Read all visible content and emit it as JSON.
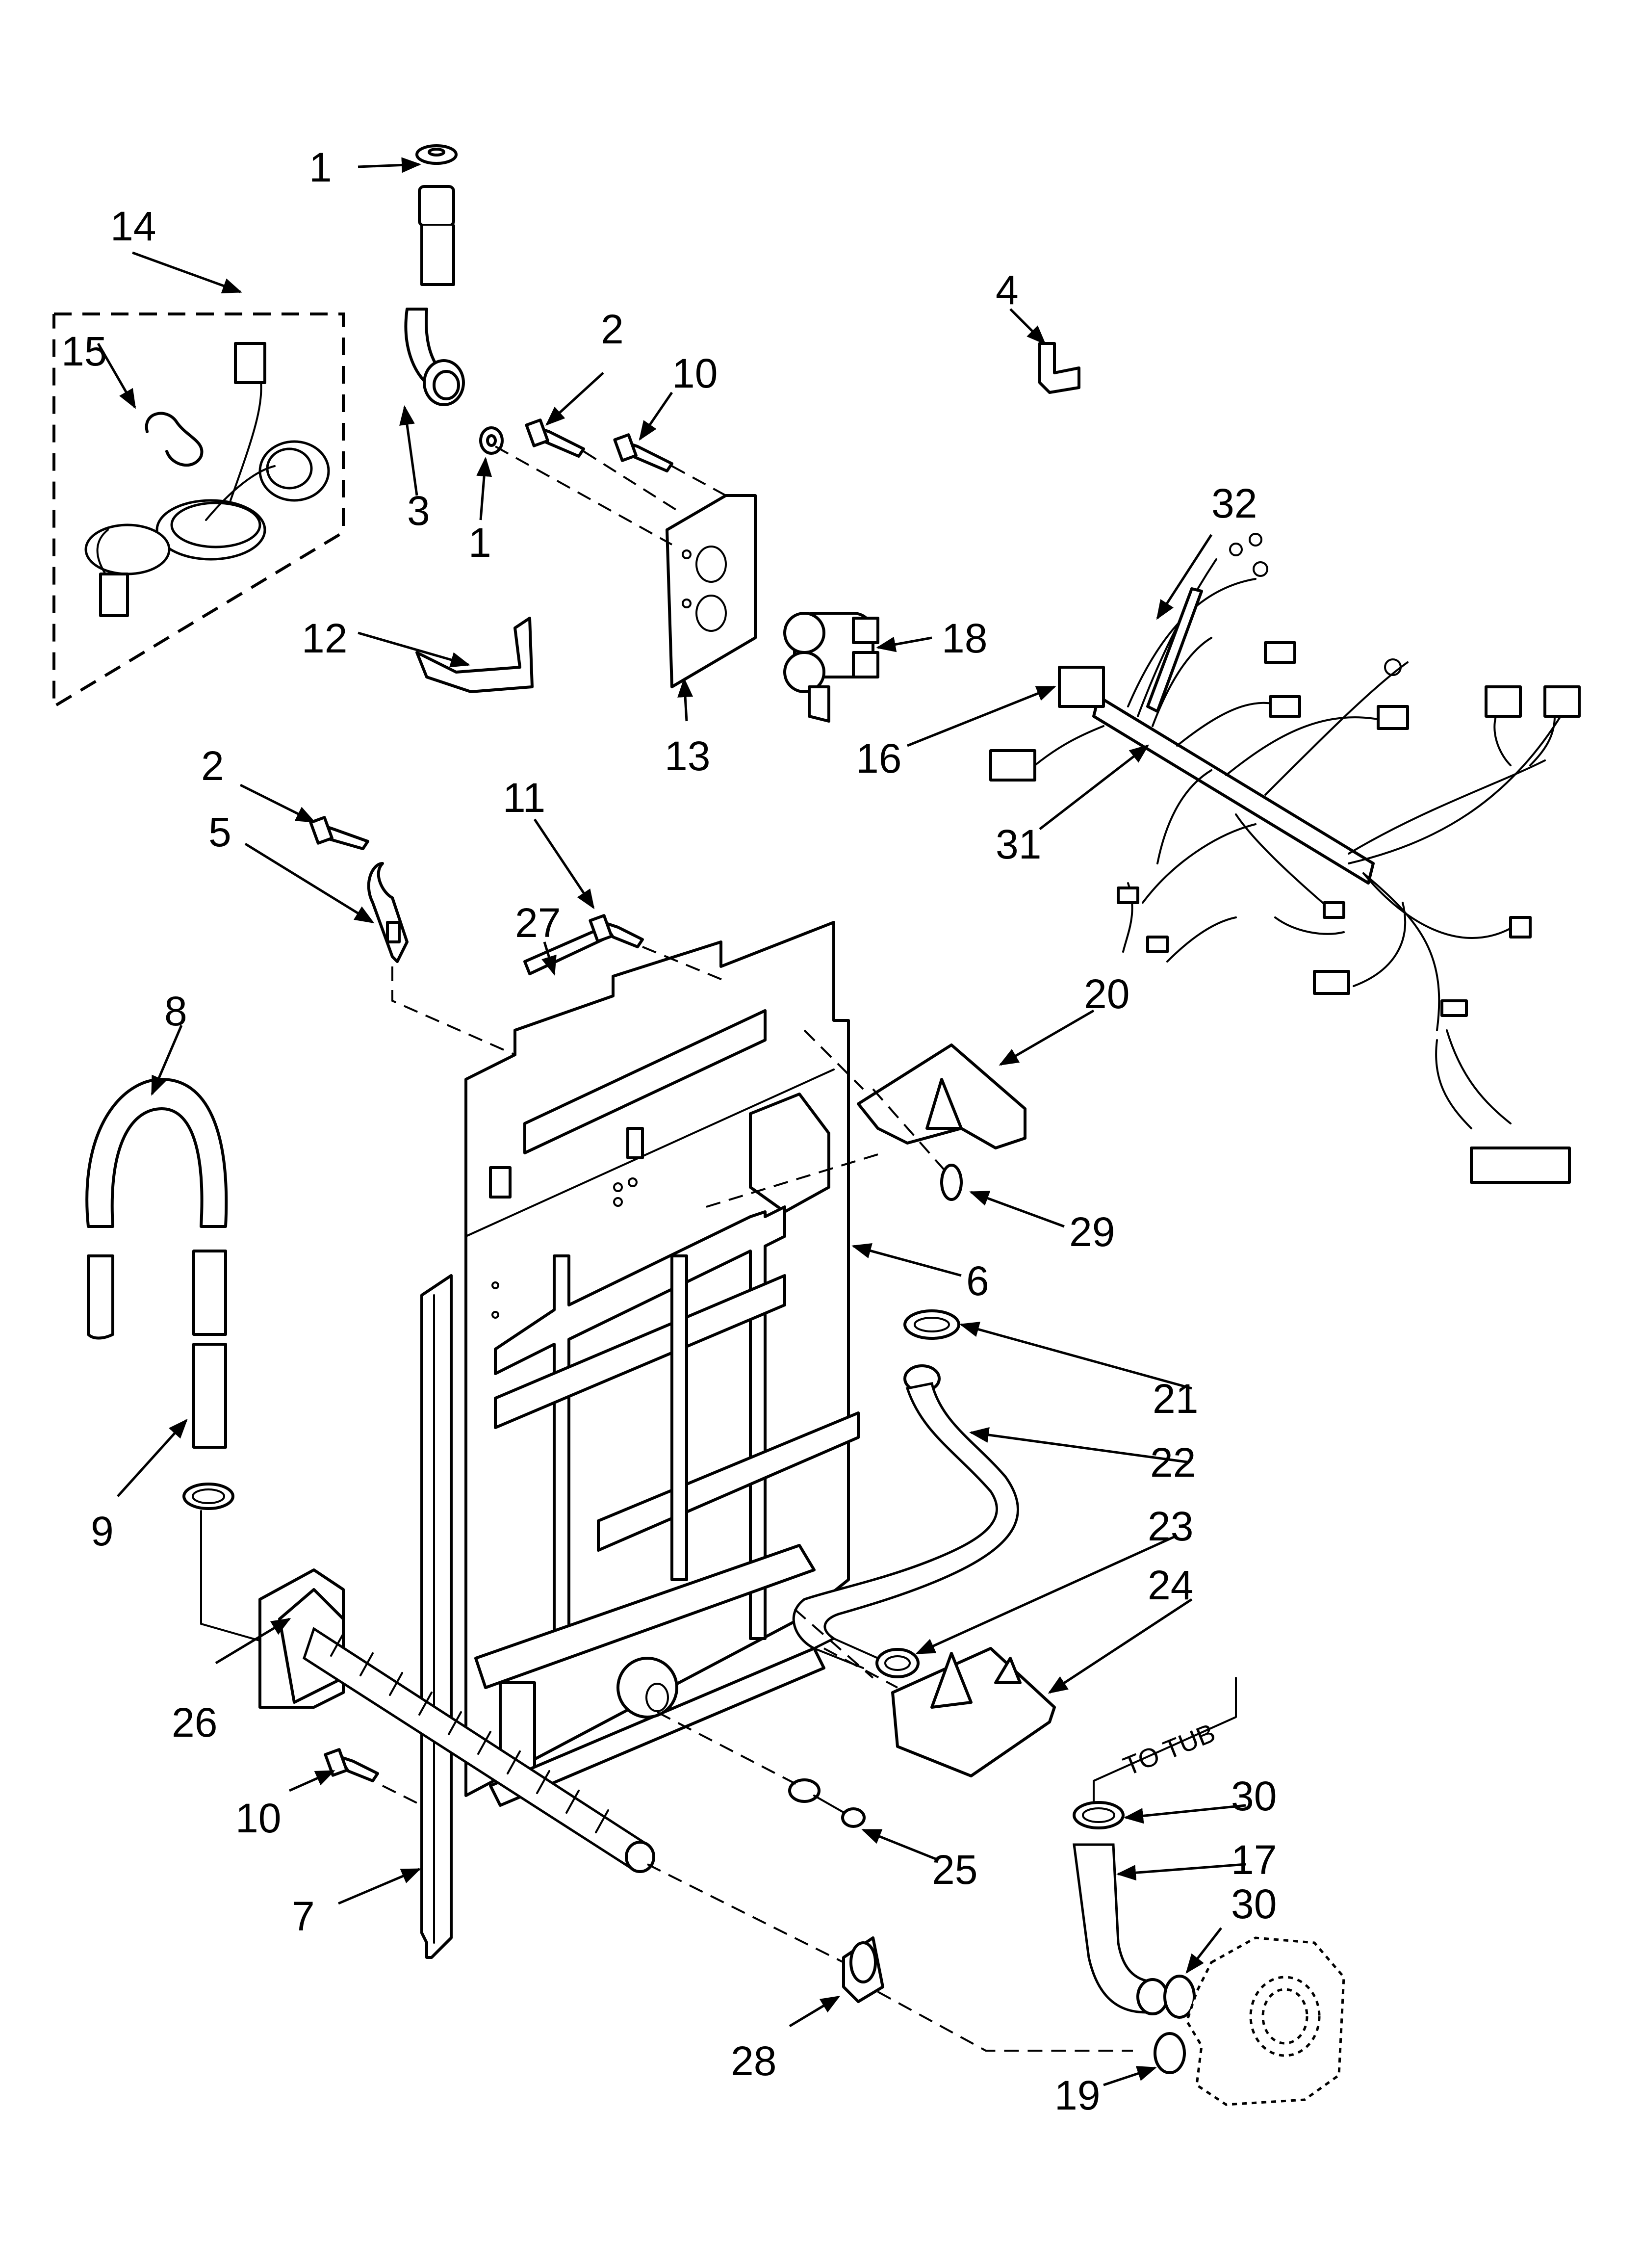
{
  "labels": {
    "l1a": "1",
    "l1b": "1",
    "l2a": "2",
    "l2b": "2",
    "l3": "3",
    "l4": "4",
    "l5": "5",
    "l6": "6",
    "l7": "7",
    "l8": "8",
    "l9": "9",
    "l10a": "10",
    "l10b": "10",
    "l11": "11",
    "l12": "12",
    "l13": "13",
    "l14": "14",
    "l15": "15",
    "l16": "16",
    "l17": "17",
    "l18": "18",
    "l19": "19",
    "l20": "20",
    "l21": "21",
    "l22": "22",
    "l23": "23",
    "l24": "24",
    "l25": "25",
    "l26": "26",
    "l27": "27",
    "l28": "28",
    "l29": "29",
    "l30a": "30",
    "l30b": "30",
    "l31": "31",
    "l32": "32"
  },
  "notes": {
    "to_tub": "TO TUB"
  }
}
